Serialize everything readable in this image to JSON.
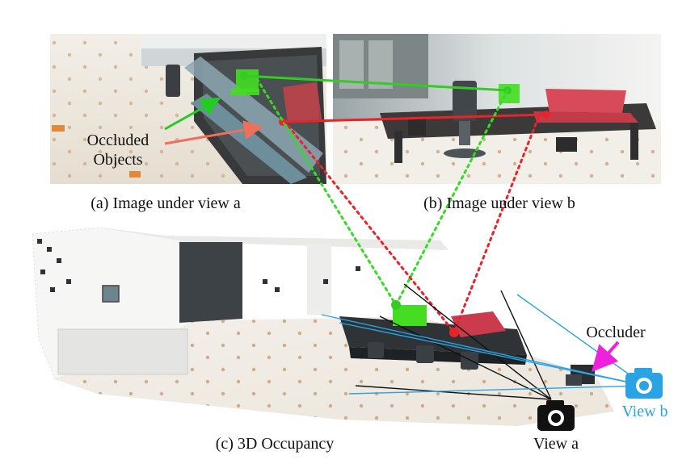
{
  "annotations": {
    "occluded_objects_line1": "Occluded",
    "occluded_objects_line2": "Objects",
    "occluder": "Occluder"
  },
  "captions": {
    "view_a_image": "(a) Image under view a",
    "view_b_image": "(b) Image under view b",
    "occupancy": "(c) 3D Occupancy"
  },
  "cameras": {
    "view_a_label": "View a",
    "view_b_label": "View b"
  },
  "colors": {
    "green_object": "#33dd22",
    "red_object": "#e8242a",
    "blue_camera": "#29a3e3",
    "occluder_arrow": "#ee22dd",
    "black_camera": "#111111"
  },
  "icons": [
    "camera-icon-view-a",
    "camera-icon-view-b",
    "occluder-arrow-icon"
  ]
}
